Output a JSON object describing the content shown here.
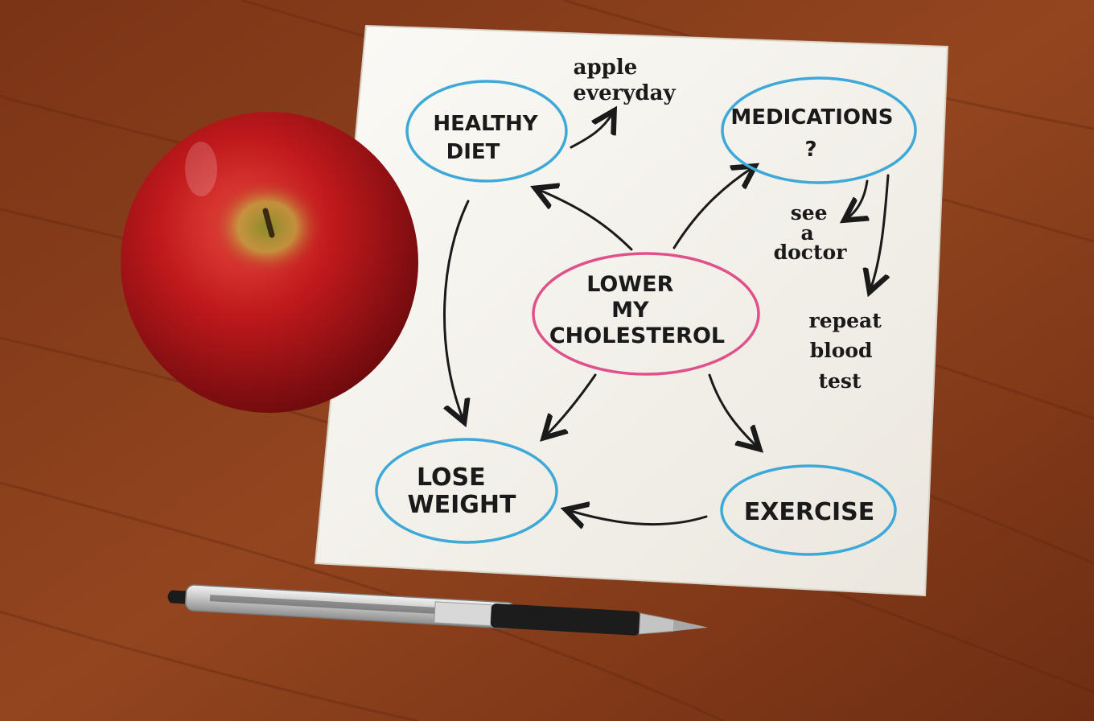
{
  "napkin": {
    "center": {
      "lines": [
        "LOWER",
        "MY",
        "CHOLESTEROL"
      ],
      "ink": "#e0508a"
    },
    "healthy_diet": {
      "lines": [
        "HEALTHY",
        "DIET"
      ],
      "ink": "#3ea9d8"
    },
    "medications": {
      "lines": [
        "MEDICATIONS",
        "?"
      ],
      "ink": "#3ea9d8"
    },
    "lose_weight": {
      "lines": [
        "LOSE",
        "WEIGHT"
      ],
      "ink": "#3ea9d8"
    },
    "exercise": {
      "lines": [
        "EXERCISE"
      ],
      "ink": "#3ea9d8"
    },
    "apple_note": {
      "lines": [
        "apple",
        "everyday"
      ]
    },
    "doctor_note": {
      "lines": [
        "see",
        "a",
        "doctor"
      ]
    },
    "blood_note": {
      "lines": [
        "repeat",
        "blood",
        "test"
      ]
    }
  },
  "colors": {
    "table_wood": "#8a3f1c",
    "napkin": "#f6f3ee",
    "apple_red": "#b3161c",
    "arrow_ink": "#1a1a1a"
  }
}
